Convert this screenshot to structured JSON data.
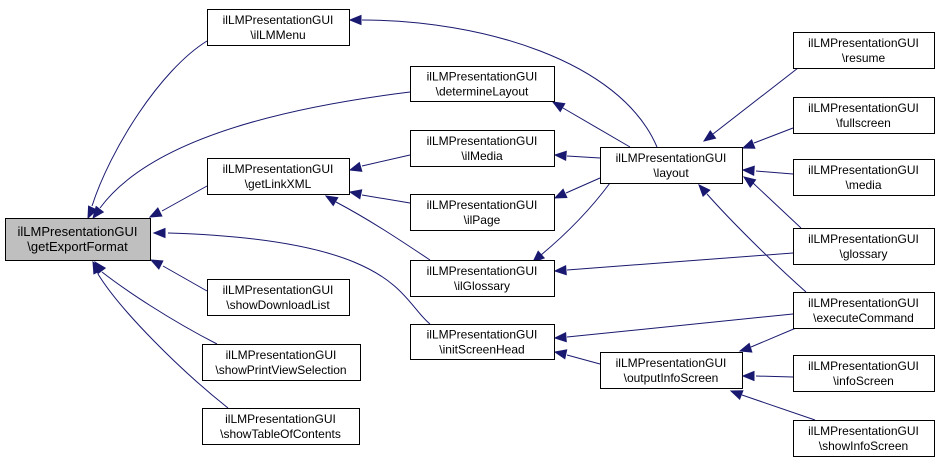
{
  "diagram": {
    "type": "call-graph",
    "nodes": [
      {
        "id": "getExportFormat",
        "line1": "ilLMPresentationGUI",
        "line2": "\\getExportFormat",
        "root": true
      },
      {
        "id": "ilLMMenu",
        "line1": "ilLMPresentationGUI",
        "line2": "\\ilLMMenu"
      },
      {
        "id": "determineLayout",
        "line1": "ilLMPresentationGUI",
        "line2": "\\determineLayout"
      },
      {
        "id": "getLinkXML",
        "line1": "ilLMPresentationGUI",
        "line2": "\\getLinkXML"
      },
      {
        "id": "ilMedia",
        "line1": "ilLMPresentationGUI",
        "line2": "\\ilMedia"
      },
      {
        "id": "ilPage",
        "line1": "ilLMPresentationGUI",
        "line2": "\\ilPage"
      },
      {
        "id": "ilGlossary",
        "line1": "ilLMPresentationGUI",
        "line2": "\\ilGlossary"
      },
      {
        "id": "showDownloadList",
        "line1": "ilLMPresentationGUI",
        "line2": "\\showDownloadList"
      },
      {
        "id": "initScreenHead",
        "line1": "ilLMPresentationGUI",
        "line2": "\\initScreenHead"
      },
      {
        "id": "showPrintViewSelection",
        "line1": "ilLMPresentationGUI",
        "line2": "\\showPrintViewSelection"
      },
      {
        "id": "showTableOfContents",
        "line1": "ilLMPresentationGUI",
        "line2": "\\showTableOfContents"
      },
      {
        "id": "layout",
        "line1": "ilLMPresentationGUI",
        "line2": "\\layout"
      },
      {
        "id": "outputInfoScreen",
        "line1": "ilLMPresentationGUI",
        "line2": "\\outputInfoScreen"
      },
      {
        "id": "resume",
        "line1": "ilLMPresentationGUI",
        "line2": "\\resume"
      },
      {
        "id": "fullscreen",
        "line1": "ilLMPresentationGUI",
        "line2": "\\fullscreen"
      },
      {
        "id": "media",
        "line1": "ilLMPresentationGUI",
        "line2": "\\media"
      },
      {
        "id": "glossary",
        "line1": "ilLMPresentationGUI",
        "line2": "\\glossary"
      },
      {
        "id": "executeCommand",
        "line1": "ilLMPresentationGUI",
        "line2": "\\executeCommand"
      },
      {
        "id": "infoScreen",
        "line1": "ilLMPresentationGUI",
        "line2": "\\infoScreen"
      },
      {
        "id": "showInfoScreen",
        "line1": "ilLMPresentationGUI",
        "line2": "\\showInfoScreen"
      }
    ],
    "edges": [
      {
        "from": "ilLMMenu",
        "to": "getExportFormat"
      },
      {
        "from": "determineLayout",
        "to": "getExportFormat"
      },
      {
        "from": "getLinkXML",
        "to": "getExportFormat"
      },
      {
        "from": "showDownloadList",
        "to": "getExportFormat"
      },
      {
        "from": "initScreenHead",
        "to": "getExportFormat"
      },
      {
        "from": "showPrintViewSelection",
        "to": "getExportFormat"
      },
      {
        "from": "showTableOfContents",
        "to": "getExportFormat"
      },
      {
        "from": "ilMedia",
        "to": "getLinkXML"
      },
      {
        "from": "ilPage",
        "to": "getLinkXML"
      },
      {
        "from": "ilGlossary",
        "to": "getLinkXML"
      },
      {
        "from": "layout",
        "to": "ilLMMenu"
      },
      {
        "from": "layout",
        "to": "determineLayout"
      },
      {
        "from": "layout",
        "to": "ilMedia"
      },
      {
        "from": "layout",
        "to": "ilPage"
      },
      {
        "from": "layout",
        "to": "ilGlossary"
      },
      {
        "from": "glossary",
        "to": "ilGlossary"
      },
      {
        "from": "executeCommand",
        "to": "initScreenHead"
      },
      {
        "from": "outputInfoScreen",
        "to": "initScreenHead"
      },
      {
        "from": "resume",
        "to": "layout"
      },
      {
        "from": "fullscreen",
        "to": "layout"
      },
      {
        "from": "media",
        "to": "layout"
      },
      {
        "from": "glossary",
        "to": "layout"
      },
      {
        "from": "executeCommand",
        "to": "layout"
      },
      {
        "from": "executeCommand",
        "to": "outputInfoScreen"
      },
      {
        "from": "infoScreen",
        "to": "outputInfoScreen"
      },
      {
        "from": "showInfoScreen",
        "to": "outputInfoScreen"
      }
    ],
    "colors": {
      "edge": "#191970",
      "root_fill": "#bfbfbf",
      "node_fill": "#ffffff",
      "node_border": "#000000"
    }
  }
}
